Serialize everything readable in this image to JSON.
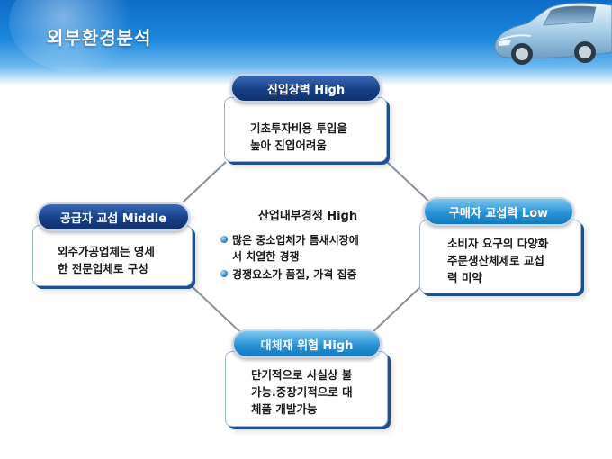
{
  "slide": {
    "title": "외부환경분석"
  },
  "nodes": {
    "top": {
      "label": "진입장벽 High",
      "lines": [
        "기초투자비용 투입을",
        "높아 진입어려움"
      ]
    },
    "left": {
      "label": "공급자 교섭 Middle",
      "lines": [
        "외주가공업체는 영세",
        "한 전문업체로 구성"
      ]
    },
    "right": {
      "label": "구매자 교섭력 Low",
      "lines": [
        "소비자 요구의 다양화",
        "주문생산체제로 교섭",
        "력 미약"
      ]
    },
    "bottom": {
      "label": "대체재 위협 High",
      "lines": [
        "단기적으로 사실상 불",
        "가능.중장기적으로 대",
        "체품 개발가능"
      ]
    },
    "center": {
      "label": "산업내부경쟁 High",
      "bullets": [
        [
          "많은 중소업체가 틈새시장에",
          "서 치열한 경쟁"
        ],
        [
          "경쟁요소가 품질, 가격 집중"
        ]
      ]
    }
  },
  "colors": {
    "header_blue": "#1b86dc",
    "pill_dark": "#173f86",
    "pill_light": "#2a93d6",
    "connector": "#8a9097"
  },
  "icons": [
    "car-image",
    "bullet-dot-icon"
  ]
}
